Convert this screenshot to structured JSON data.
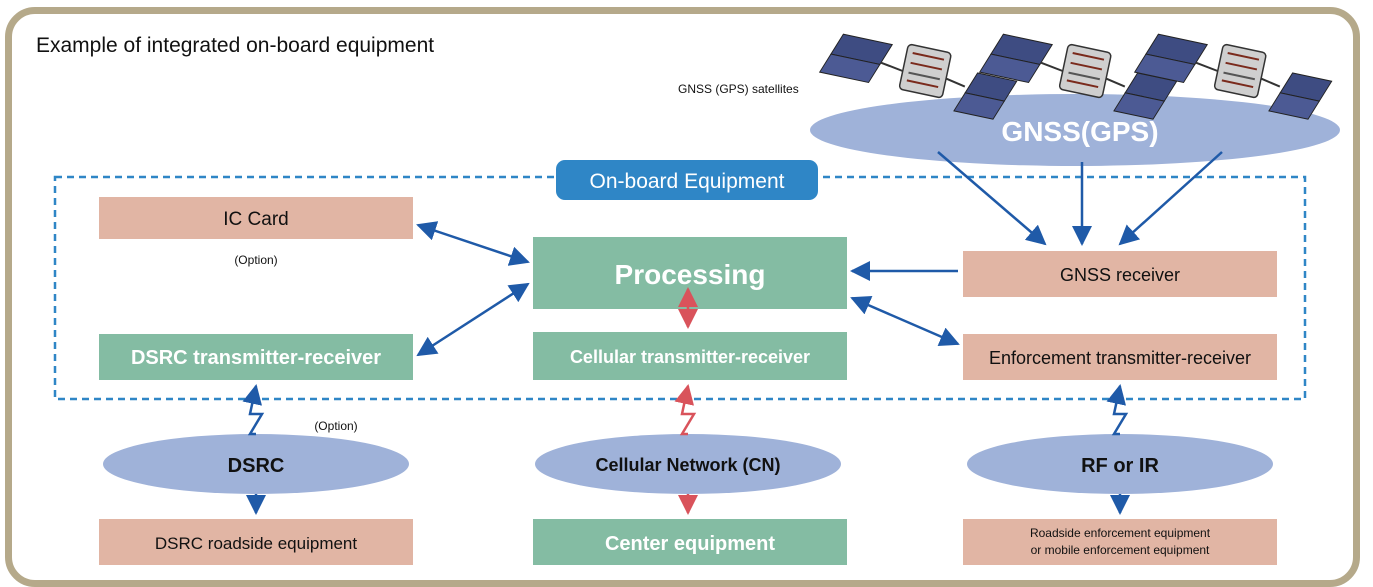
{
  "header": {
    "title": "Example of integrated on-board equipment"
  },
  "satellites": {
    "label": "GNSS (GPS) satellites",
    "cloud_label": "GNSS(GPS)"
  },
  "onboard": {
    "label": "On-board Equipment"
  },
  "boxes": {
    "ic_card": "IC Card",
    "ic_option": "(Option)",
    "processing": "Processing",
    "gnss_receiver": "GNSS receiver",
    "dsrc_trx": "DSRC transmitter-receiver",
    "cellular_trx": "Cellular transmitter-receiver",
    "enforcement_trx": "Enforcement transmitter-receiver"
  },
  "networks": {
    "dsrc": "DSRC",
    "dsrc_option": "(Option)",
    "cellular": "Cellular Network (CN)",
    "rf_ir": "RF or IR"
  },
  "outside": {
    "dsrc_roadside": "DSRC roadside equipment",
    "center": "Center equipment",
    "enforcement_line1": "Roadside enforcement equipment",
    "enforcement_line2": "or mobile enforcement equipment"
  },
  "colors": {
    "frame": "#b5a98a",
    "salmon_box": "#e1b5a4",
    "green_box": "#84bca3",
    "ellipse": "#9fb2d9",
    "dashed_border": "#2f86c6",
    "onboard_label_bg": "#2f86c6",
    "blue_arrow": "#1f5aa8",
    "red_arrow": "#d9535b"
  }
}
